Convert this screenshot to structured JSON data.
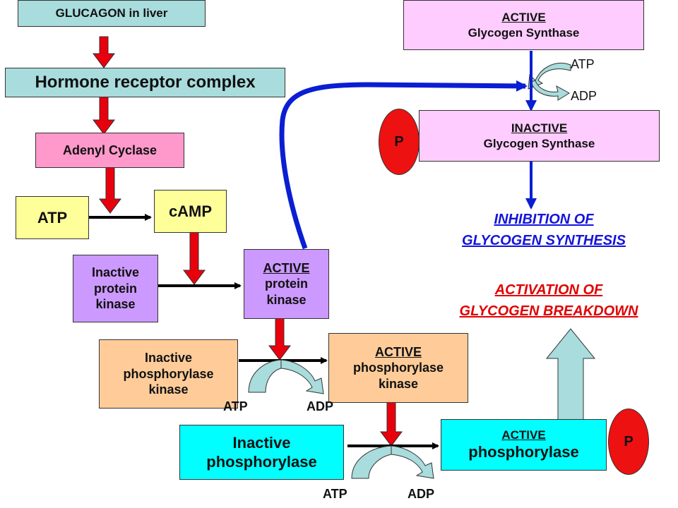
{
  "colors": {
    "teal": "#a9dcdc",
    "pink_light": "#ffccff",
    "pink": "#ff99cc",
    "yellow": "#ffff99",
    "lavender": "#cc99ff",
    "peach": "#ffcc99",
    "cyan": "#00ffff",
    "red_arrow": "#e8000d",
    "blue_arrow": "#0a1ed2",
    "pale_blue_arrow": "#a9dcdc",
    "p_circle": "#ee1111"
  },
  "boxes": {
    "glucagon": "GLUCAGON in liver",
    "hormone_receptor": "Hormone receptor complex",
    "adenyl_cyclase": "Adenyl Cyclase",
    "atp": "ATP",
    "camp": "cAMP",
    "inactive_pk": [
      "Inactive",
      "protein",
      "kinase"
    ],
    "active_pk": [
      "ACTIVE",
      "protein",
      "kinase"
    ],
    "inactive_phk": [
      "Inactive",
      "phosphorylase",
      "kinase"
    ],
    "active_phk": [
      "ACTIVE",
      "phosphorylase",
      "kinase"
    ],
    "inactive_ph": [
      "Inactive",
      "phosphorylase"
    ],
    "active_ph": [
      "ACTIVE",
      "phosphorylase"
    ],
    "active_gs": [
      "ACTIVE",
      "Glycogen Synthase"
    ],
    "inactive_gs": [
      "INACTIVE",
      "Glycogen Synthase"
    ]
  },
  "labels": {
    "gs_atp": "ATP",
    "gs_adp": "ADP",
    "phk_atp": "ATP",
    "phk_adp": "ADP",
    "ph_atp": "ATP",
    "ph_adp": "ADP",
    "p_gs": "P",
    "p_ph": "P"
  },
  "outcomes": {
    "inhibition": [
      "INHIBITION OF",
      "GLYCOGEN SYNTHESIS"
    ],
    "activation": [
      "ACTIVATION OF",
      "GLYCOGEN BREAKDOWN"
    ]
  }
}
